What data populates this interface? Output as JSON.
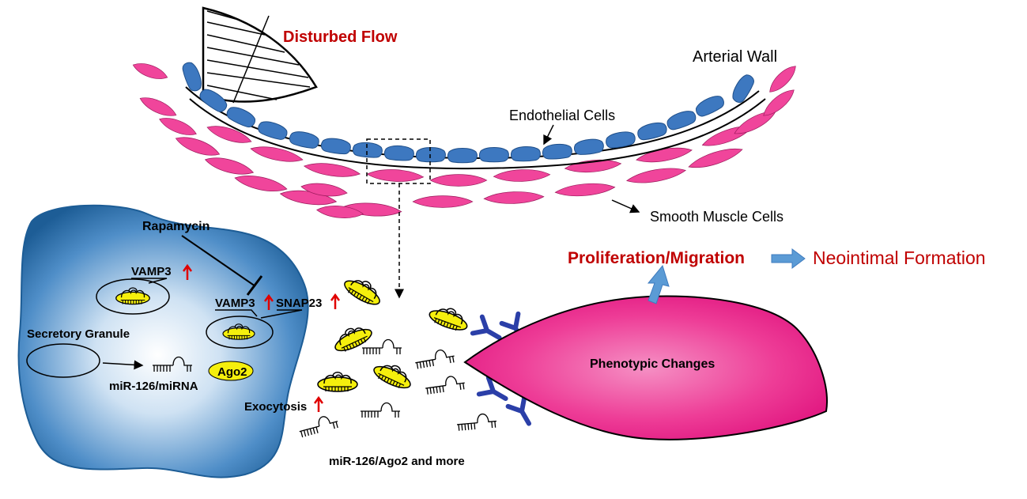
{
  "labels": {
    "disturbed_flow": "Disturbed Flow",
    "arterial_wall": "Arterial Wall",
    "endothelial_cells": "Endothelial Cells",
    "smooth_muscle_cells": "Smooth Muscle Cells",
    "rapamycin": "Rapamycin",
    "vamp3_top": "VAMP3",
    "vamp3_mid": "VAMP3",
    "snap23": "SNAP23",
    "secretory_granule": "Secretory Granule",
    "ago2": "Ago2",
    "mirna": "miR-126/miRNA",
    "exocytosis": "Exocytosis",
    "mir_ago2_more": "miR-126/Ago2 and more",
    "proliferation": "Proliferation/Migration",
    "neointimal": "Neointimal Formation",
    "phenotypic": "Phenotypic Changes"
  },
  "colors": {
    "red_text": "#c00000",
    "endothelial_blue": "#3d78c0",
    "smc_pink": "#f0459b",
    "cell_blue_dark": "#1d5d96",
    "ago2_yellow": "#f5ef0d",
    "receptor_blue": "#2b3fa8",
    "arrow_blue": "#5b9bd5",
    "target_pink": "#e8288a"
  },
  "icons": {
    "up_arrow": "red-up-arrow-icon",
    "inhibit": "inhibition-bar-icon"
  }
}
